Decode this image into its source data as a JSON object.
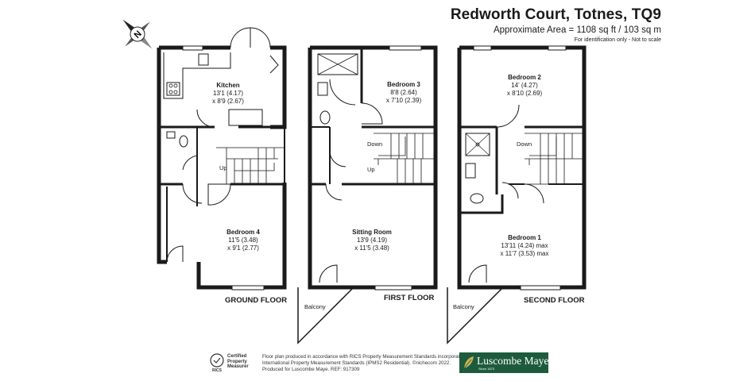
{
  "header": {
    "title": "Redworth Court, Totnes, TQ9",
    "area": "Approximate Area = 1108 sq ft / 103 sq m",
    "disclaimer": "For identification only - Not to scale"
  },
  "compass": {
    "letter": "N"
  },
  "rooms": {
    "kitchen": {
      "name": "Kitchen",
      "dim1": "13'1 (4.17)",
      "dim2": "x 8'9 (2.67)"
    },
    "bedroom4": {
      "name": "Bedroom 4",
      "dim1": "11'5 (3.48)",
      "dim2": "x 9'1 (2.77)"
    },
    "bedroom3": {
      "name": "Bedroom 3",
      "dim1": "8'8 (2.64)",
      "dim2": "x 7'10 (2.39)"
    },
    "sitting": {
      "name": "Sitting Room",
      "dim1": "13'9 (4.19)",
      "dim2": "x 11'5 (3.48)"
    },
    "bedroom2": {
      "name": "Bedroom 2",
      "dim1": "14' (4.27)",
      "dim2": "x 8'10 (2.69)"
    },
    "bedroom1": {
      "name": "Bedroom 1",
      "dim1": "13'11 (4.24) max",
      "dim2": "x 11'7 (3.53) max"
    }
  },
  "stairs": {
    "up": "Up",
    "down": "Down"
  },
  "balcony": "Balcony",
  "floors": {
    "ground": "GROUND FLOOR",
    "first": "FIRST FLOOR",
    "second": "SECOND FLOOR"
  },
  "footer": {
    "rics_letters": "RICS",
    "rics_cert": "Certified\nProperty\nMeasurer",
    "line1": "Floor plan produced in accordance with RICS Property Measurement Standards incorporating",
    "line2": "International Property Measurement Standards (IPMS2 Residential).  ©nichecom 2022.",
    "line3": "Produced for Luscombe Maye.   REF:  917309",
    "agent_name": "Luscombe Maye",
    "agent_since": "Since 1873"
  }
}
